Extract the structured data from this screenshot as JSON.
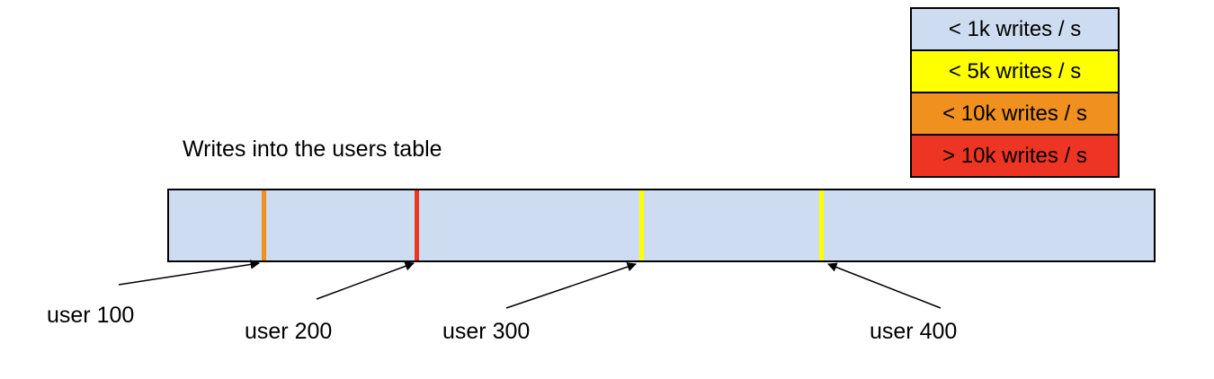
{
  "title": "Writes into the users table",
  "legend": {
    "items": [
      {
        "label": "< 1k writes / s",
        "color": "#cddcf0"
      },
      {
        "label": "< 5k writes / s",
        "color": "#ffff00"
      },
      {
        "label": "< 10k writes / s",
        "color": "#f0901e"
      },
      {
        "label": "> 10k writes / s",
        "color": "#ee3524"
      }
    ]
  },
  "bar": {
    "fill": "#cddcf0",
    "border_color": "#000000",
    "stripes": [
      {
        "user": "user 100",
        "color": "#f0901e"
      },
      {
        "user": "user 200",
        "color": "#ee3524"
      },
      {
        "user": "user 300",
        "color": "#ffff00"
      },
      {
        "user": "user 400",
        "color": "#ffff00"
      }
    ]
  },
  "annotations": [
    {
      "label": "user 100"
    },
    {
      "label": "user 200"
    },
    {
      "label": "user 300"
    },
    {
      "label": "user 400"
    }
  ]
}
